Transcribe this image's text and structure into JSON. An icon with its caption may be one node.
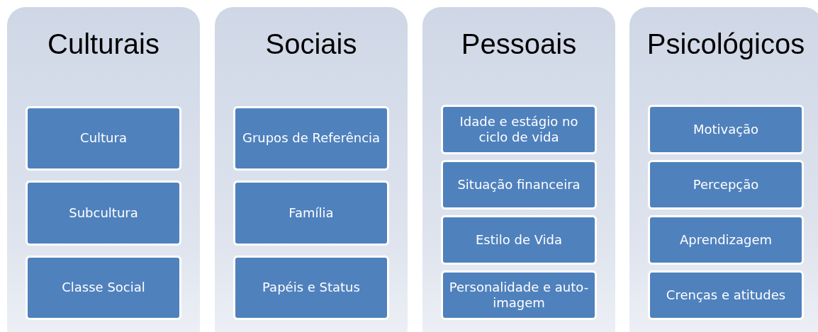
{
  "diagram": {
    "nodes": [
      {
        "text": [
          "Culturais"
        ]
      },
      {
        "text": [
          "Cultura"
        ],
        "in": 0
      },
      {
        "text": [
          "Subcultura"
        ],
        "in": 0
      },
      {
        "text": [
          "Classe Social"
        ],
        "in": 0
      },
      {
        "text": [
          "Sociais"
        ]
      },
      {
        "text": [
          "Grupos de Referência"
        ],
        "in": 4
      },
      {
        "text": [
          "Família"
        ],
        "in": 4
      },
      {
        "text": [
          "Papéis e Status"
        ],
        "in": 4
      },
      {
        "text": [
          "Pessoais"
        ]
      },
      {
        "text": [
          "Idade e estágio no ciclo de vida"
        ],
        "in": 8
      },
      {
        "text": [
          "Situação financeira"
        ],
        "in": 8
      },
      {
        "text": [
          "Estilo de Vida"
        ],
        "in": 8
      },
      {
        "text": [
          "Personalidade e auto-imagem"
        ],
        "in": 8
      },
      {
        "text": [
          "Psicológicos"
        ]
      },
      {
        "text": [
          "Motivação"
        ],
        "in": 13
      },
      {
        "text": [
          "Percepção"
        ],
        "in": 13
      },
      {
        "text": [
          "Aprendizagem"
        ],
        "in": 13
      },
      {
        "text": [
          "Crenças e atitudes"
        ],
        "in": 13
      }
    ],
    "edges": []
  }
}
